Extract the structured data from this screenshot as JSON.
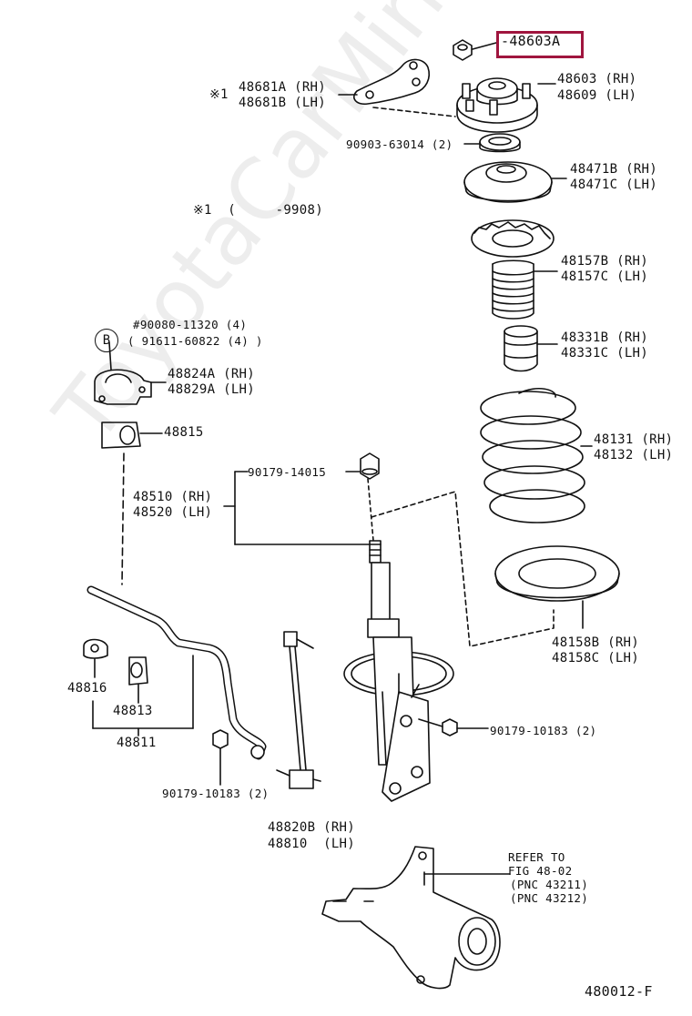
{
  "highlight_label": "-48603A",
  "labels": {
    "p48681": [
      "48681A (RH)",
      "48681B (LH)"
    ],
    "note_mark_1": "※1",
    "note_line": "※1  (     -9908)",
    "p48603": [
      "48603 (RH)",
      "48609 (LH)"
    ],
    "p90903": "90903-63014 (2)",
    "p48471": [
      "48471B (RH)",
      "48471C (LH)"
    ],
    "p48157": [
      "48157B (RH)",
      "48157C (LH)"
    ],
    "p90080": [
      "#90080-11320 (4)",
      "( 91611-60822 (4) )"
    ],
    "circle_b": "B",
    "p48824": [
      "48824A (RH)",
      "48829A (LH)"
    ],
    "p48331": [
      "48331B (RH)",
      "48331C (LH)"
    ],
    "p48815": "48815",
    "p48131": [
      "48131 (RH)",
      "48132 (LH)"
    ],
    "p90179_14015": "90179-14015",
    "p48510": [
      "48510 (RH)",
      "48520 (LH)"
    ],
    "p48158": [
      "48158B (RH)",
      "48158C (LH)"
    ],
    "p48816": "48816",
    "p48813": "48813",
    "p48811": "48811",
    "p90179_10183_right": "90179-10183 (2)",
    "p90179_10183_left": "90179-10183 (2)",
    "p48820": [
      "48820B (RH)",
      "48810  (LH)"
    ],
    "refer": [
      "REFER TO",
      "FIG 48-02",
      "(PNC 43211)",
      "(PNC 43212)"
    ],
    "figure_code": "480012-F"
  },
  "watermark": "ToyotaCarMirror.ru"
}
